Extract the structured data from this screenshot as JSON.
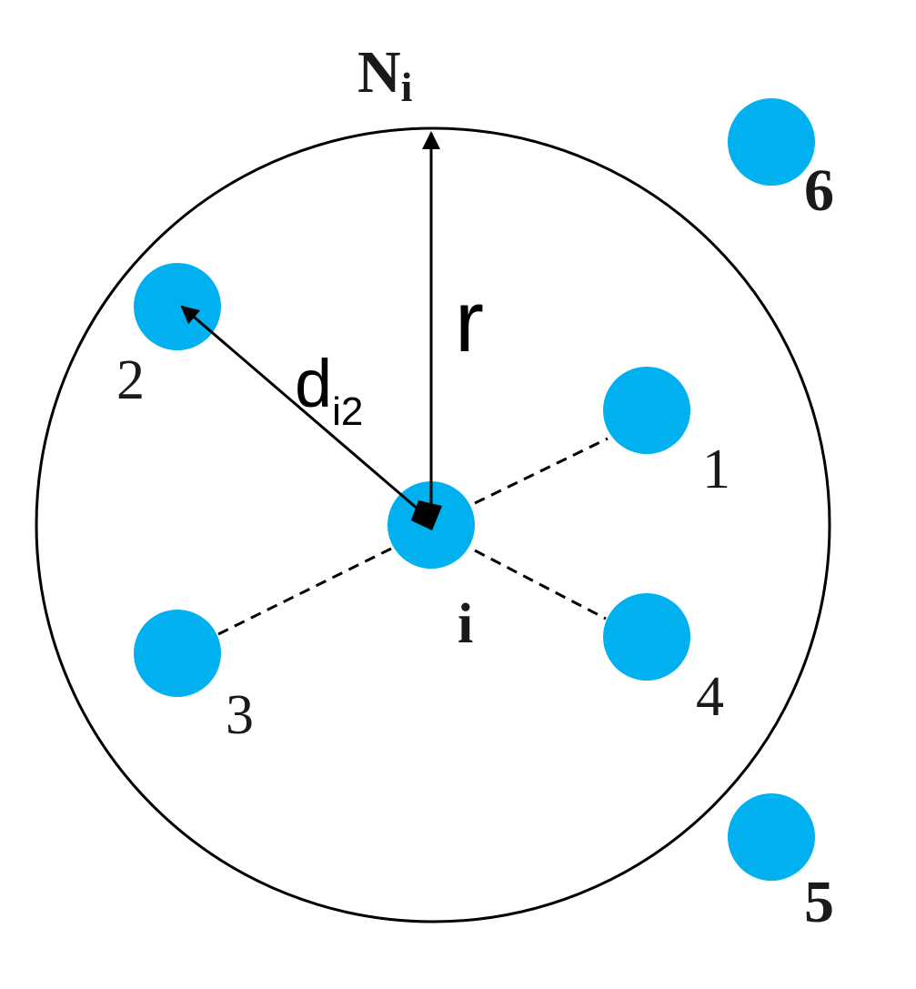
{
  "diagram": {
    "neighborhood_label": "N",
    "neighborhood_subscript": "i",
    "radius_label": "r",
    "distance_label": "d",
    "distance_subscript": "i2",
    "center_node_label": "i",
    "node_labels": [
      "1",
      "2",
      "3",
      "4",
      "5",
      "6"
    ],
    "colors": {
      "node_fill": "#00b0ef",
      "stroke": "#000000",
      "background": "#ffffff"
    }
  }
}
